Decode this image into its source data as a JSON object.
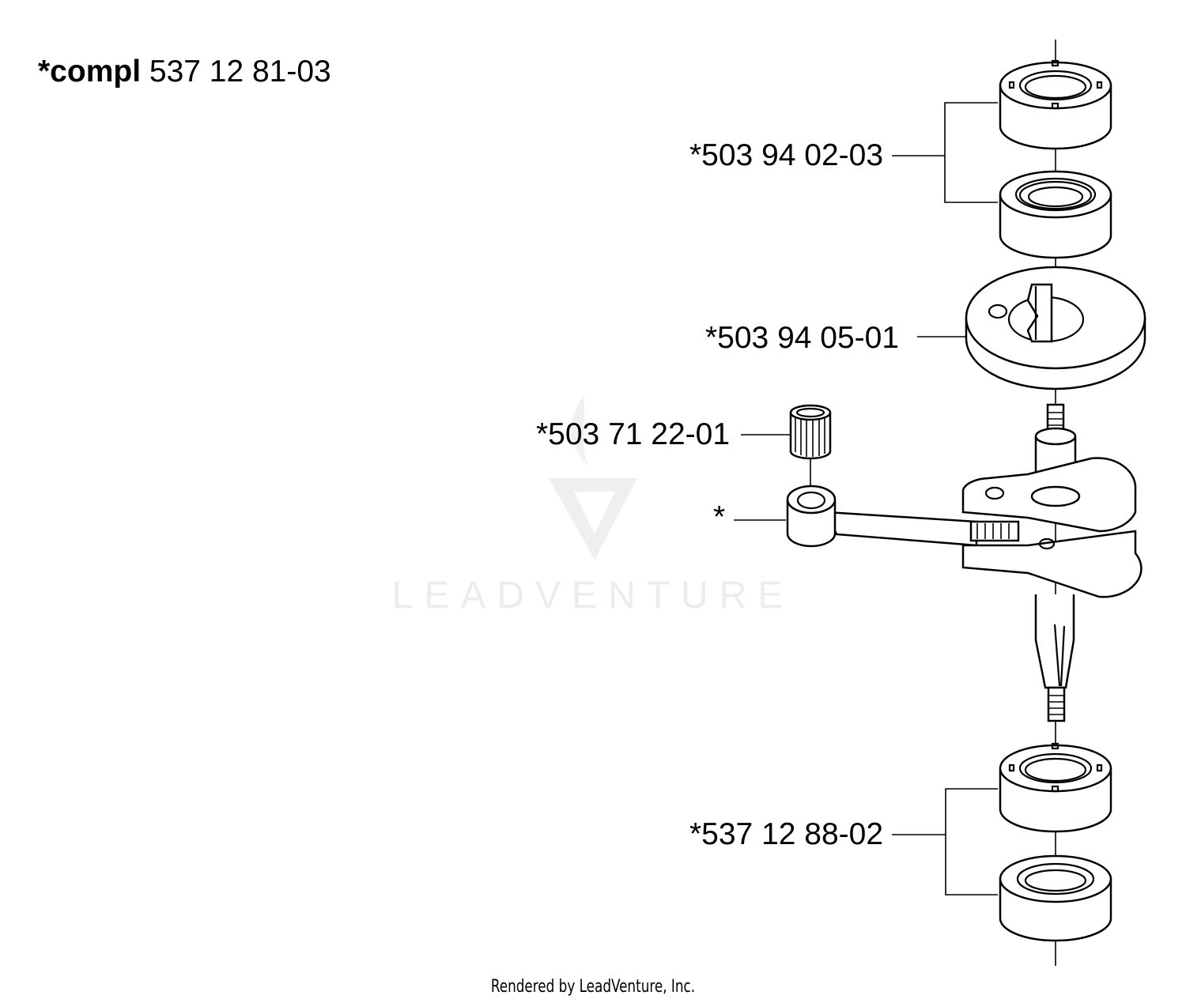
{
  "header": {
    "prefix": "*compl",
    "number": "537 12 81-03"
  },
  "callouts": [
    {
      "id": "bearing-upper",
      "text": "*503 94 02-03"
    },
    {
      "id": "flywheel-ring",
      "text": "*503 94 05-01"
    },
    {
      "id": "needle-bearing",
      "text": "*503 71 22-01"
    },
    {
      "id": "conrod",
      "text": "*"
    },
    {
      "id": "bearing-lower",
      "text": "*537 12 88-02"
    }
  ],
  "watermark": {
    "text": "LEADVENTURE"
  },
  "footer": {
    "text": "Rendered by LeadVenture, Inc."
  }
}
